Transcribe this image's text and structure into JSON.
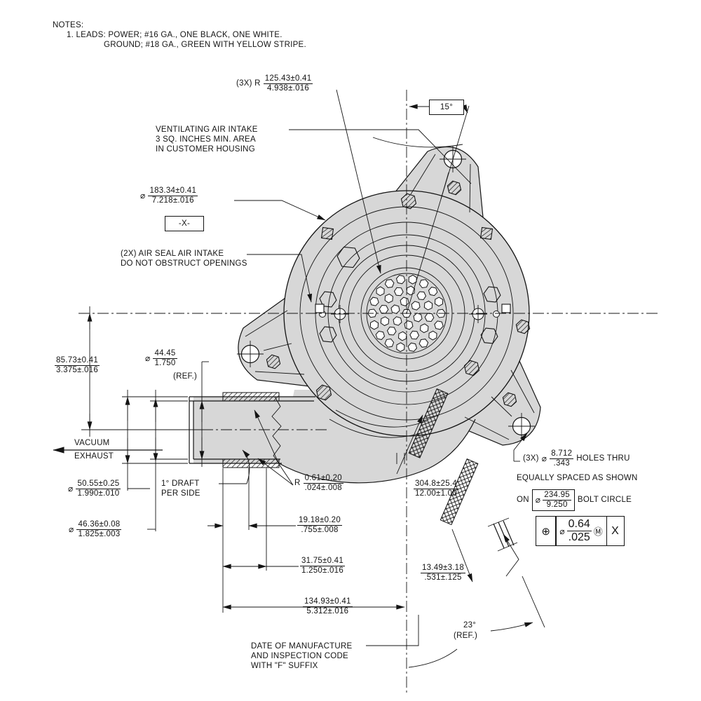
{
  "colors": {
    "line": "#141414",
    "fill": "#d7d7d7",
    "bg": "#ffffff"
  },
  "notes": {
    "title": "NOTES:",
    "l1": "1. LEADS: POWER; #16 GA., ONE BLACK, ONE WHITE.",
    "l2": "GROUND; #18 GA., GREEN WITH YELLOW STRIPE."
  },
  "ann": {
    "r3x": {
      "prefix": "(3X) R",
      "num": "125.43±0.41",
      "den": "4.938±.016"
    },
    "angle15": "15°",
    "vent": [
      "VENTILATING AIR INTAKE",
      "3 SQ. INCHES MIN. AREA",
      "IN CUSTOMER HOUSING"
    ],
    "d183": {
      "sym": "⌀",
      "num": "183.34±0.41",
      "den": "7.218±.016"
    },
    "datum": "-X-",
    "airseal": [
      "(2X) AIR SEAL AIR INTAKE",
      "DO NOT OBSTRUCT OPENINGS"
    ],
    "d85": {
      "num": "85.73±0.41",
      "den": "3.375±.016"
    },
    "d44": {
      "sym": "⌀",
      "num": "44.45",
      "den": "1.750",
      "ref": "(REF.)"
    },
    "vacuum": [
      "VACUUM",
      "EXHAUST"
    ],
    "d50": {
      "sym": "⌀",
      "num": "50.55±0.25",
      "den": "1.990±.010"
    },
    "draft": [
      "1° DRAFT",
      "PER SIDE"
    ],
    "r061": {
      "prefix": "R",
      "num": "0.61±0.20",
      "den": ".024±.008"
    },
    "d46": {
      "sym": "⌀",
      "num": "46.36±0.08",
      "den": "1.825±.003"
    },
    "d19": {
      "num": "19.18±0.20",
      "den": ".755±.008"
    },
    "d31": {
      "num": "31.75±0.41",
      "den": "1.250±.016"
    },
    "d134": {
      "num": "134.93±0.41",
      "den": "5.312±.016"
    },
    "d304": {
      "num": "304.8±25.4",
      "den": "12.00±1.00"
    },
    "d13": {
      "num": "13.49±3.18",
      "den": ".531±.125"
    },
    "holes": {
      "qty": "(3X)",
      "sym": "⌀",
      "num": "8.712",
      "den": ".343",
      "suffix": "HOLES THRU",
      "l2": "EQUALLY SPACED AS SHOWN",
      "on": "ON",
      "bsym": "⌀",
      "bnum": "234.95",
      "bden": "9.250",
      "bsuffix": "BOLT CIRCLE"
    },
    "fcf": {
      "pos": "⊕",
      "sym": "⌀",
      "num": "0.64",
      "den": ".025",
      "mod": "Ⓜ",
      "datum": "X"
    },
    "angle23": {
      "a": "23°",
      "b": "(REF.)"
    },
    "date": [
      "DATE OF MANUFACTURE",
      "AND INSPECTION CODE",
      "WITH \"F\" SUFFIX"
    ]
  }
}
